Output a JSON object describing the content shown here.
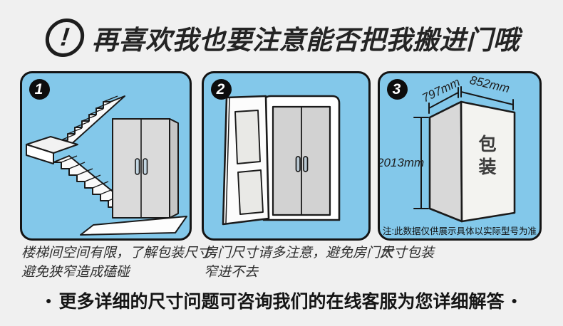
{
  "header": {
    "icon_glyph": "!",
    "title": "再喜欢我也要注意能否把我搬进门哦"
  },
  "panels": [
    {
      "number": "1",
      "illustration": "staircase-and-wardrobe",
      "caption_lines": [
        "楼梯间空间有限，了解包装尺寸，",
        "避免狭窄造成磕碰"
      ]
    },
    {
      "number": "2",
      "illustration": "open-door-and-double-door",
      "caption_lines": [
        "房门尺寸请多注意，避免房门太",
        "窄进不去"
      ]
    },
    {
      "number": "3",
      "illustration": "package-box-with-dimensions",
      "dimensions": {
        "depth": "797mm",
        "width": "852mm",
        "height": "2013mm"
      },
      "box_label": "包装",
      "note": "注:此数据仅供展示具体以实际型号为准",
      "caption_lines": [
        "尺寸包装"
      ]
    }
  ],
  "footer": {
    "bullet": "●",
    "text": "更多详细的尺寸问题可咨询我们的在线客服为您详细解答"
  },
  "colors": {
    "page_bg": "#f0f0f0",
    "panel_bg": "#83c8ea",
    "outline": "#1a1a1a",
    "badge_bg": "#0d0d0d",
    "wardrobe_front": "#dadada",
    "door_gray": "#d2d2d2"
  }
}
